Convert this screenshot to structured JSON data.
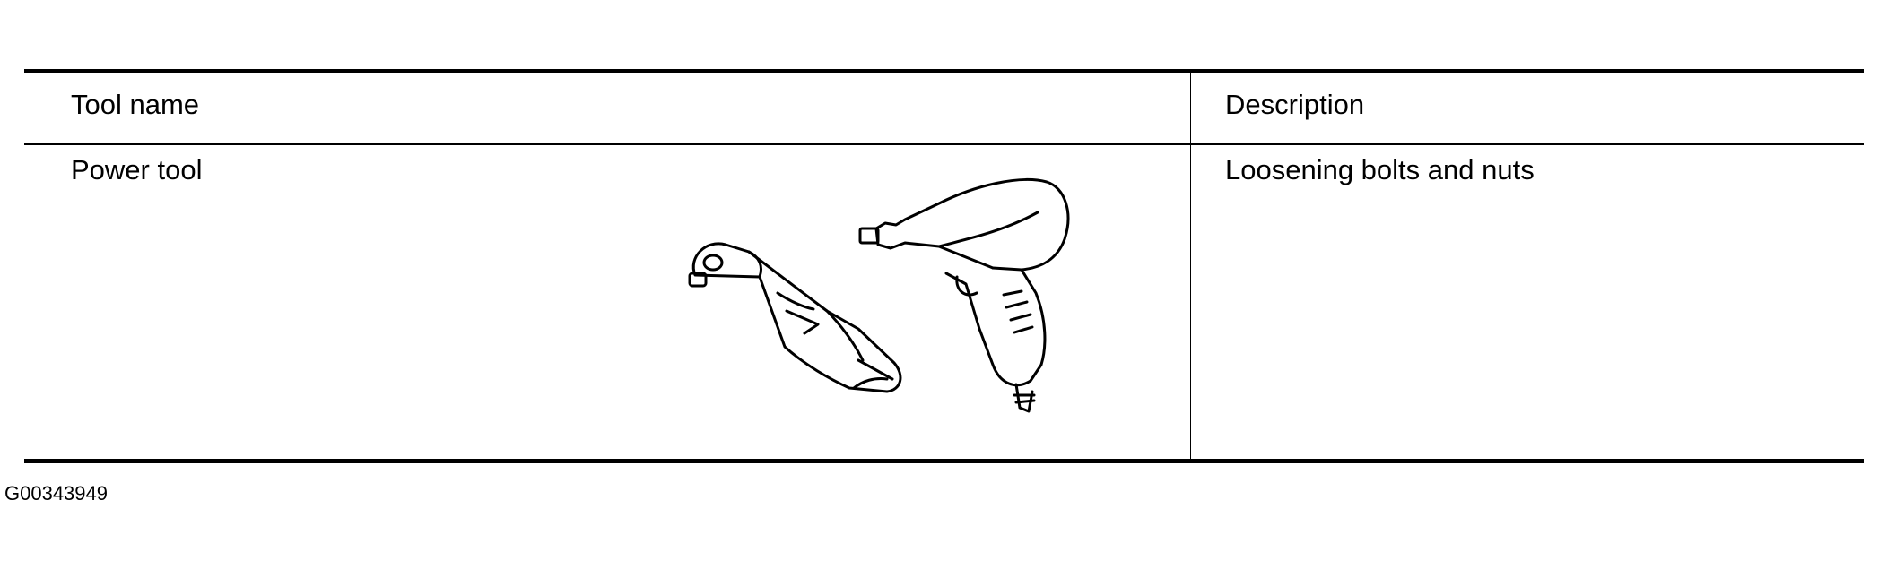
{
  "table": {
    "headers": [
      "Tool name",
      "Description"
    ],
    "rows": [
      {
        "tool_name": "Power tool",
        "description": "Loosening bolts and nuts",
        "icon": "pneumatic-ratchet-and-impact-wrench-icon"
      }
    ]
  },
  "figure_code": "G00343949"
}
